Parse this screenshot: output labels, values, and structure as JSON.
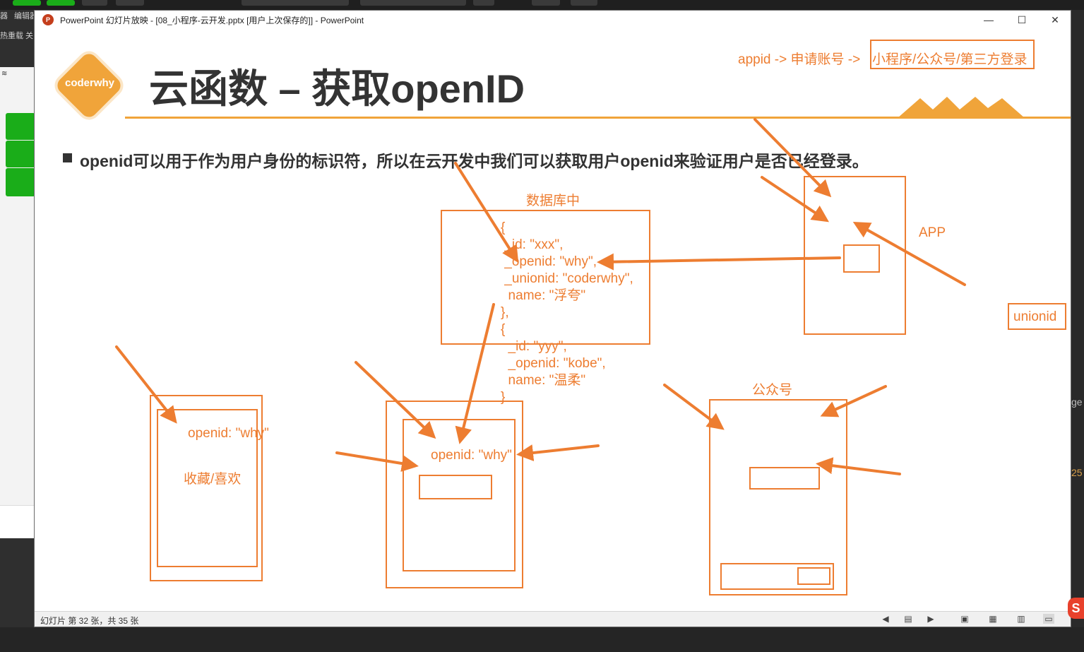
{
  "background": {
    "left_labels": [
      "器",
      "编辑器",
      "热重载 关"
    ],
    "right_fragments": [
      "ge",
      "25"
    ]
  },
  "window": {
    "title": "PowerPoint 幻灯片放映 - [08_小程序-云开发.pptx [用户上次保存的]] - PowerPoint",
    "app_icon": "P",
    "minimize": "—",
    "maximize": "☐",
    "close": "✕"
  },
  "slide": {
    "logo": "coderwhy",
    "title": "云函数 – 获取openID",
    "appid_note": "appid -> 申请账号 ->",
    "appid_boxed": "小程序/公众号/第三方登录",
    "bullet": "openid可以用于作为用户身份的标识符，所以在云开发中我们可以获取用户openid来验证用户是否已经登录。",
    "db_label": "数据库中",
    "db_code": "{\n _id: \"xxx\",\n _openid: \"why\",\n _unionid: \"coderwhy\",\n  name: \"浮夸\"\n},\n{\n  _id: \"yyy\",\n  _openid: \"kobe\",\n  name: \"温柔\"\n}",
    "app_label": "APP",
    "unionid_label": "unionid",
    "gzh_label": "公众号",
    "phone1_openid": "openid: \"why\"",
    "phone1_caption": "收藏/喜欢",
    "phone2_openid": "openid: \"why\""
  },
  "statusbar": {
    "slide_count": "幻灯片 第 32 张，共 35 张"
  },
  "colors": {
    "accent": "#f0a43a",
    "annotation": "#ed7d31",
    "text": "#333333"
  }
}
